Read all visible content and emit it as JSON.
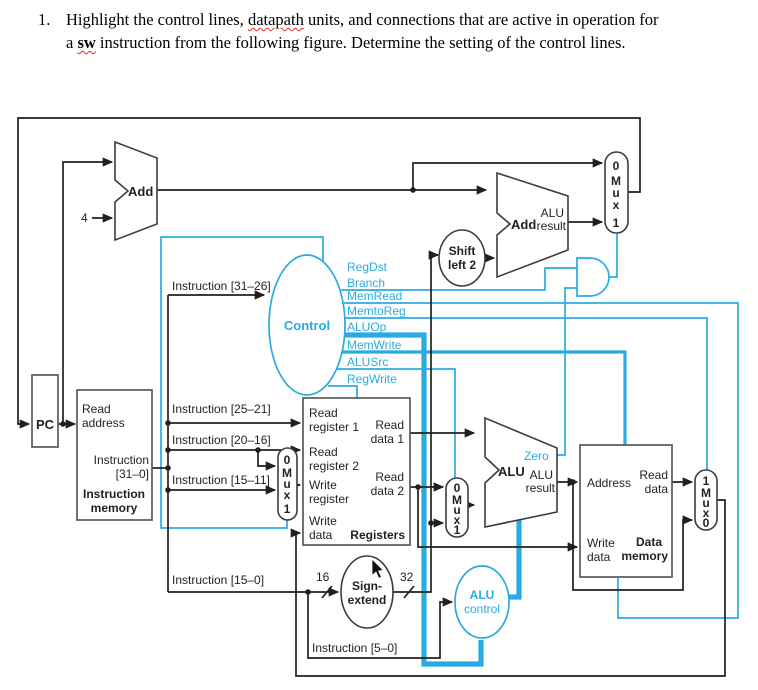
{
  "question": {
    "number": "1.",
    "l1_pre": "Highlight the control lines, ",
    "l1_word": "datapath",
    "l1_post": " units, and connections that are active in operation for",
    "l2_pre": "a ",
    "l2_word": "sw",
    "l2_post": " instruction from the following figure. Determine the setting of the control lines."
  },
  "colors": {
    "control_line": "#29abe2",
    "wire": "#231f20",
    "underline": "#e02b2b"
  },
  "diagram": {
    "control": {
      "title": "Control",
      "signals": [
        "RegDst",
        "Branch",
        "MemRead",
        "MemtoReg",
        "ALUOp",
        "MemWrite",
        "ALUSrc",
        "RegWrite"
      ]
    },
    "alu_control": {
      "line1": "ALU",
      "line2": "control"
    },
    "pc": "PC",
    "adders": {
      "add1": "Add",
      "four": "4",
      "add2": "Add",
      "add2_out1": "ALU",
      "add2_out2": "result"
    },
    "shift": {
      "line1": "Shift",
      "line2": "left 2"
    },
    "sign_extend": {
      "line1": "Sign-",
      "line2": "extend",
      "in_bits": "16",
      "out_bits": "32"
    },
    "imem": {
      "read_address1": "Read",
      "read_address2": "address",
      "out1": "Instruction",
      "out2": "[31–0]",
      "title1": "Instruction",
      "title2": "memory"
    },
    "registers": {
      "rr1a": "Read",
      "rr1b": "register 1",
      "rr2a": "Read",
      "rr2b": "register 2",
      "wra": "Write",
      "wrb": "register",
      "wda": "Write",
      "wdb": "data",
      "rd1a": "Read",
      "rd1b": "data 1",
      "rd2a": "Read",
      "rd2b": "data 2",
      "title": "Registers"
    },
    "dmem": {
      "address": "Address",
      "rda": "Read",
      "rdb": "data",
      "wda": "Write",
      "wdb": "data",
      "title1": "Data",
      "title2": "memory"
    },
    "alu": {
      "title": "ALU",
      "zero": "Zero",
      "out1": "ALU",
      "out2": "result"
    },
    "fields": {
      "i31_26": "Instruction [31–26]",
      "i25_21": "Instruction [25–21]",
      "i20_16": "Instruction [20–16]",
      "i15_11": "Instruction [15–11]",
      "i15_0": "Instruction [15–0]",
      "i5_0": "Instruction [5–0]"
    },
    "muxes": {
      "pcsrc": [
        "0",
        "M",
        "u",
        "x",
        "1"
      ],
      "regdst": [
        "0",
        "M",
        "u",
        "x",
        "1"
      ],
      "alusrc": [
        "0",
        "M",
        "u",
        "x",
        "1"
      ],
      "memtoreg": [
        "1",
        "M",
        "u",
        "x",
        "0"
      ]
    }
  }
}
